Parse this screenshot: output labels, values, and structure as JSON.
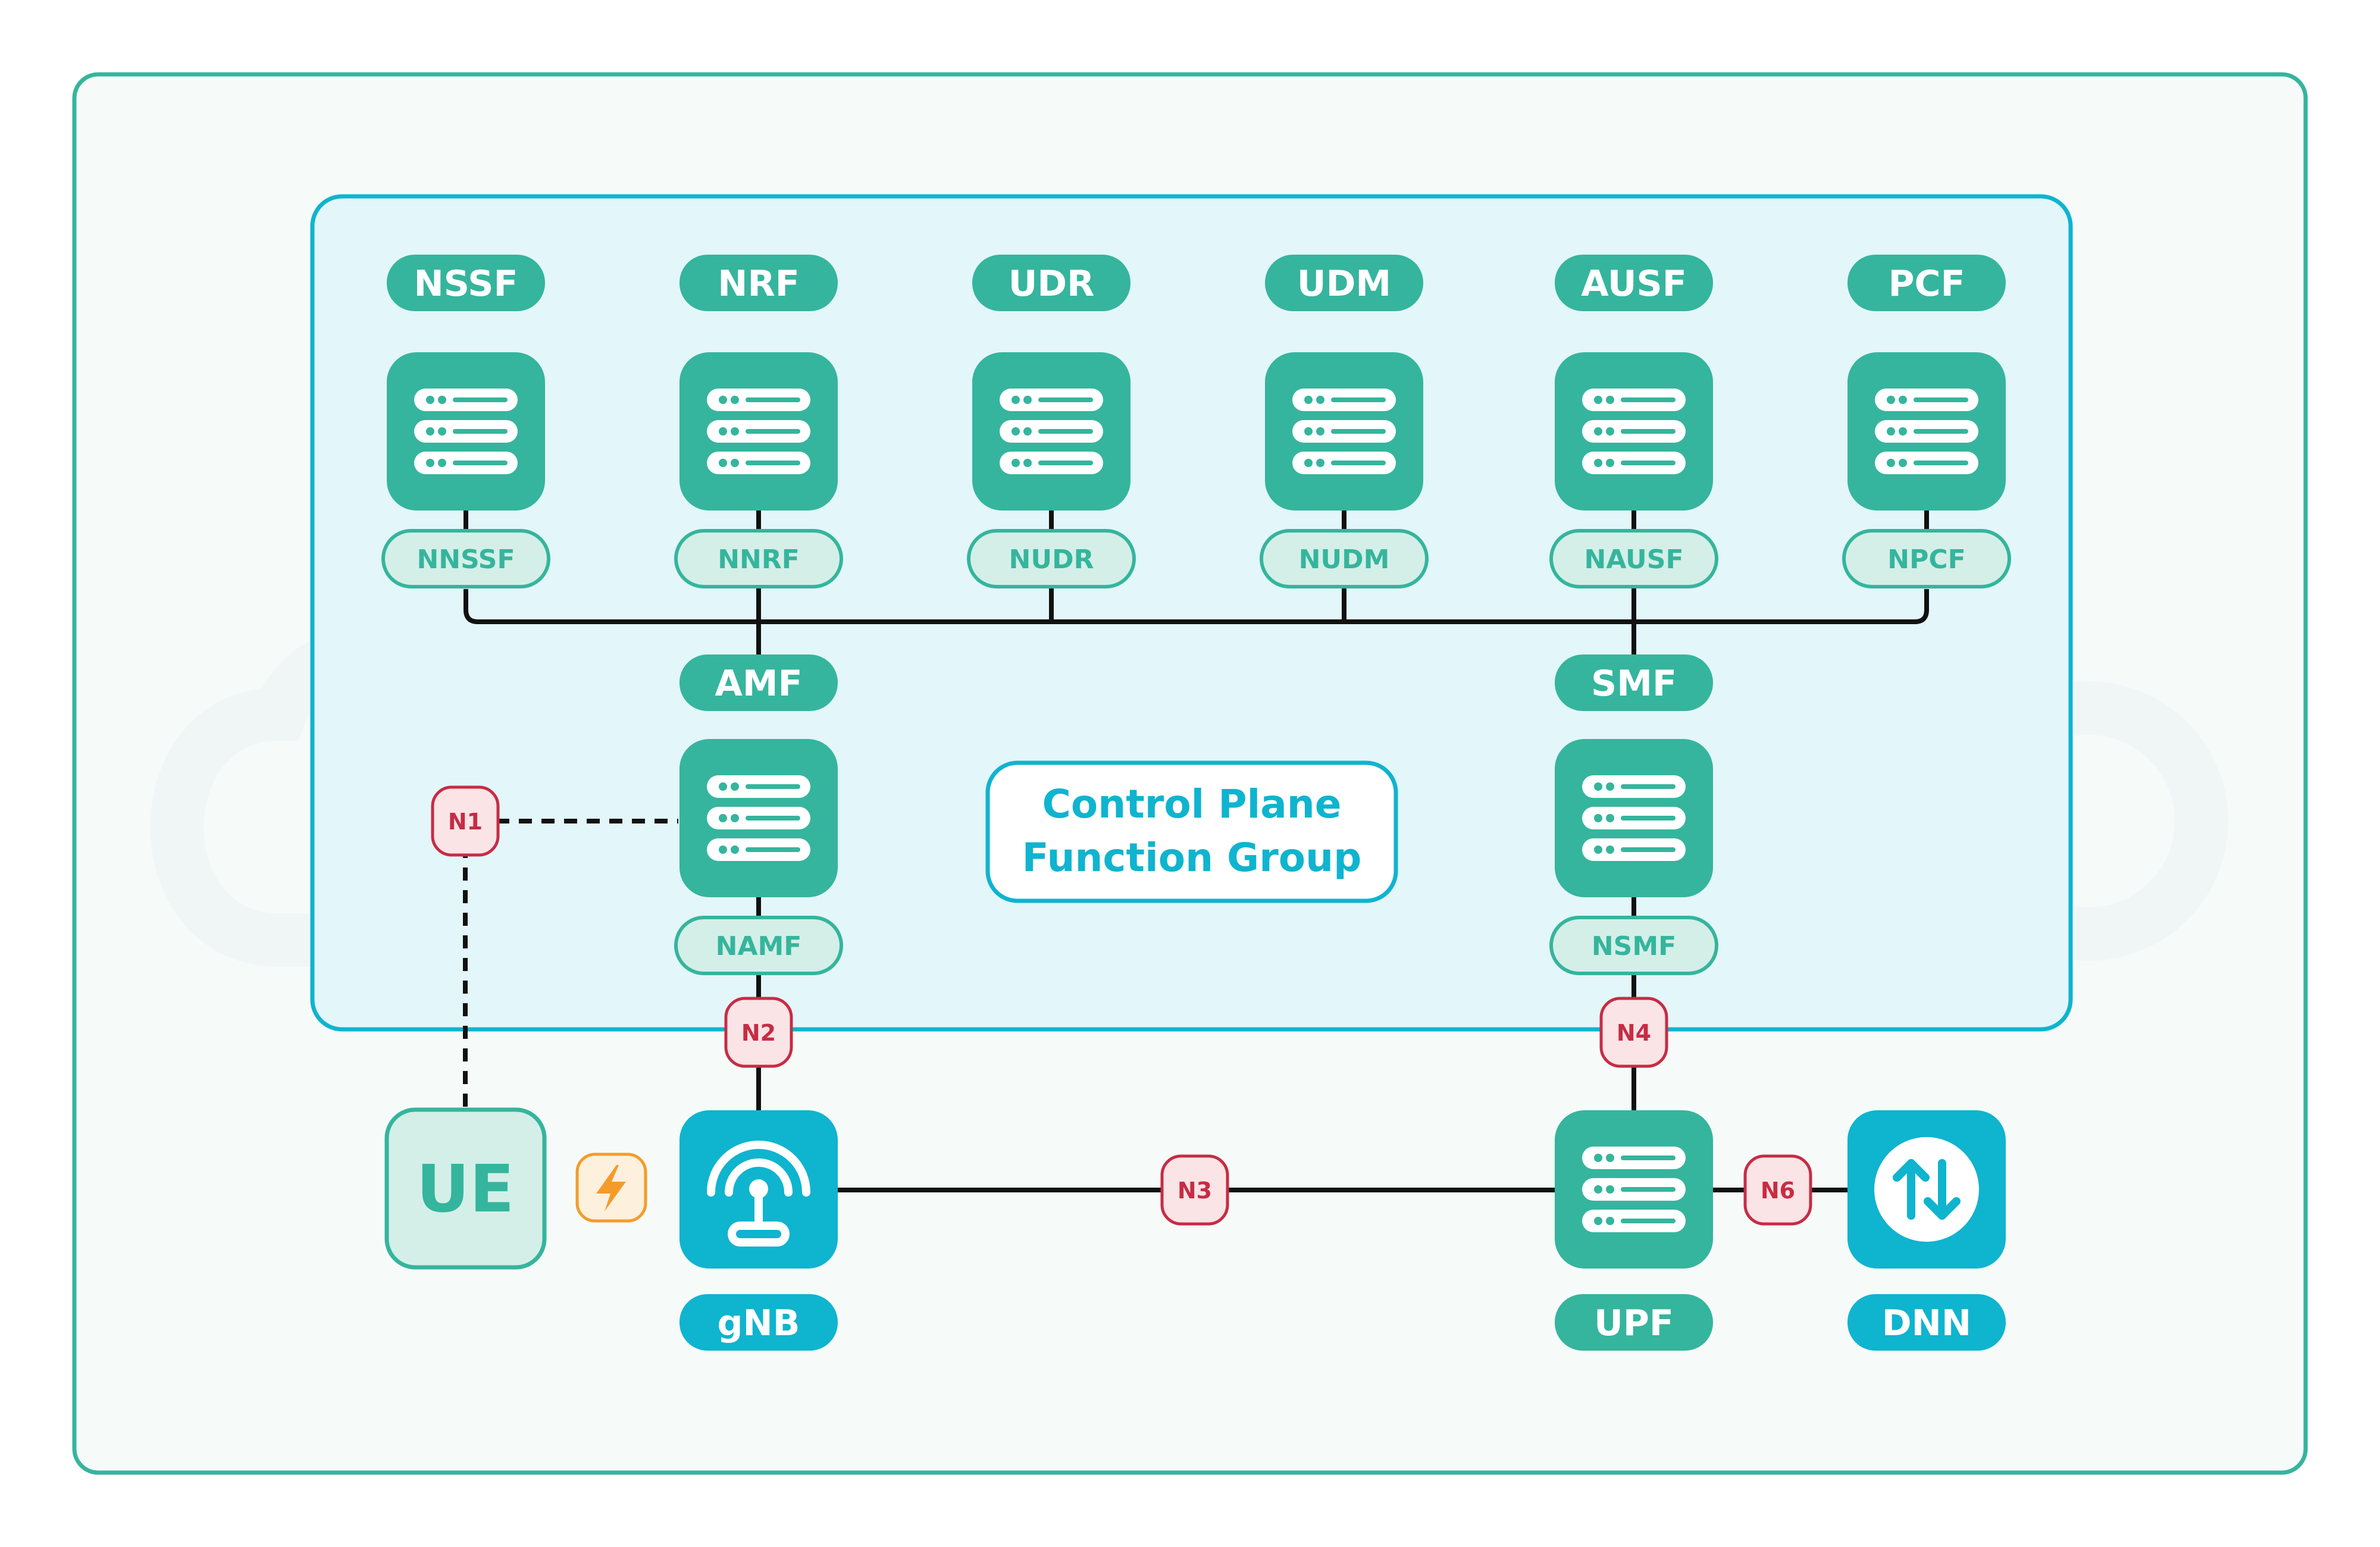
{
  "colors": {
    "teal": "#35b59d",
    "teal_light": "#d4efe8",
    "cyan": "#0fb4cf",
    "cyan_light_bg": "#e3f6fa",
    "outer_bg": "#f6fbfa",
    "reference_red": "#c72c44",
    "reference_bg": "#fbe4e6",
    "radio_orange": "#f39c2b",
    "line": "#111111"
  },
  "group": {
    "label_line1": "Control Plane",
    "label_line2": "Function Group"
  },
  "functions": [
    {
      "name": "NSSF",
      "interface": "NNSSF",
      "icon": "server-icon"
    },
    {
      "name": "NRF",
      "interface": "NNRF",
      "icon": "server-icon"
    },
    {
      "name": "UDR",
      "interface": "NUDR",
      "icon": "server-icon"
    },
    {
      "name": "UDM",
      "interface": "NUDM",
      "icon": "server-icon"
    },
    {
      "name": "AUSF",
      "interface": "NAUSF",
      "icon": "server-icon"
    },
    {
      "name": "PCF",
      "interface": "NPCF",
      "icon": "server-icon"
    }
  ],
  "amf": {
    "name": "AMF",
    "interface": "NAMF",
    "icon": "server-icon"
  },
  "smf": {
    "name": "SMF",
    "interface": "NSMF",
    "icon": "server-icon"
  },
  "ue": {
    "name": "UE"
  },
  "gnb": {
    "name": "gNB",
    "icon": "antenna-icon"
  },
  "upf": {
    "name": "UPF",
    "icon": "server-icon"
  },
  "dnn": {
    "name": "DNN",
    "icon": "up-down-arrows-icon"
  },
  "radio_link": {
    "icon": "lightning-icon"
  },
  "reference_points": {
    "n1": "N1",
    "n2": "N2",
    "n3": "N3",
    "n4": "N4",
    "n6": "N6"
  }
}
